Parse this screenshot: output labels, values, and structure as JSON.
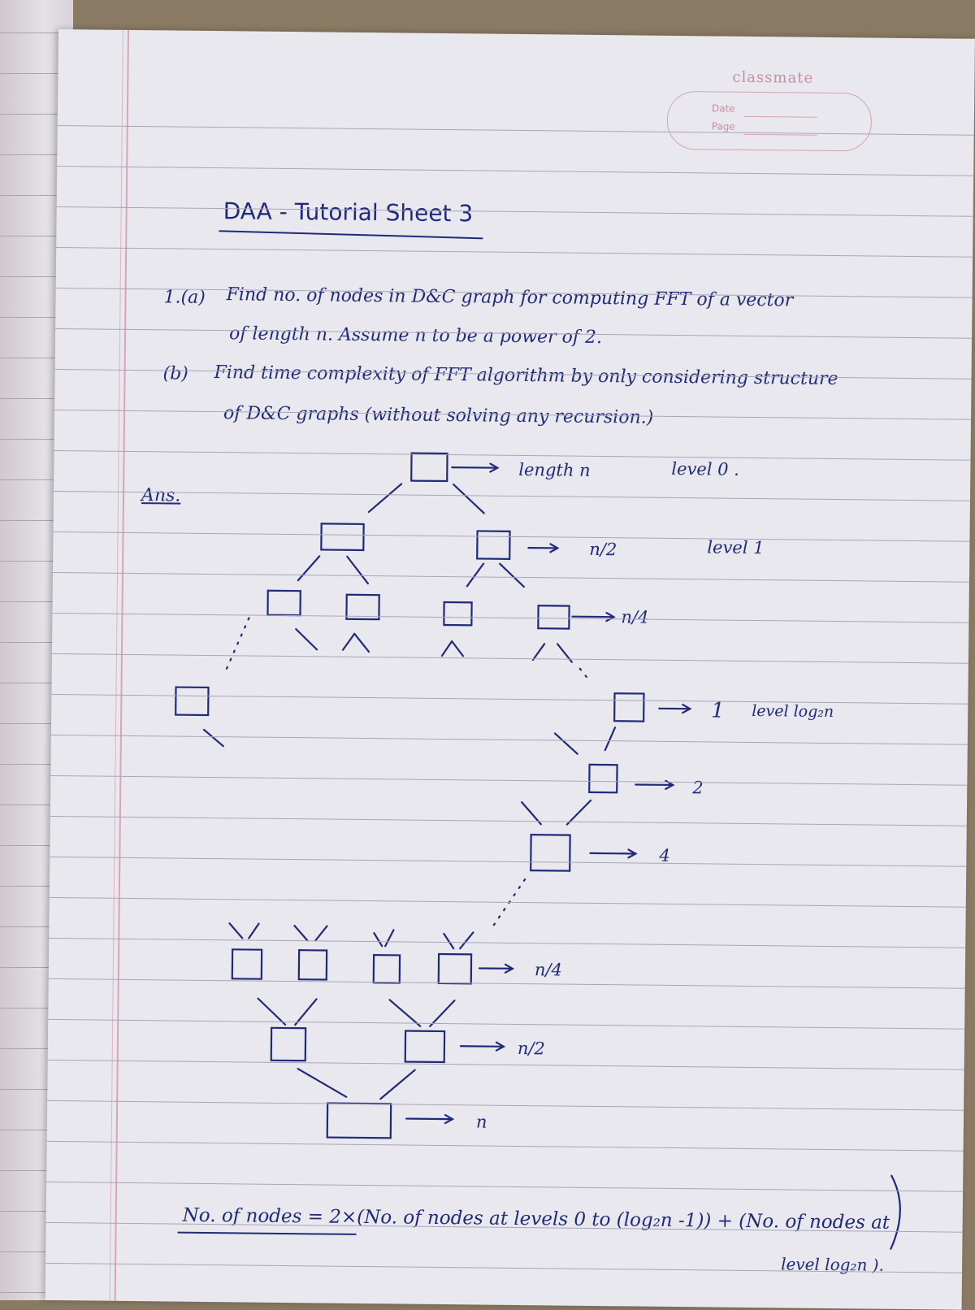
{
  "stamp": {
    "brand": "classmate",
    "date_label": "Date",
    "page_label": "Page"
  },
  "title": "DAA - Tutorial Sheet 3",
  "question_1a": {
    "number": "1.(a)",
    "line1": "Find no. of nodes in D&C graph for computing FFT of a vector",
    "line2": "of length n.  Assume n to be a power of 2."
  },
  "question_1b": {
    "number": "(b)",
    "line1": "Find time complexity of FFT algorithm by only considering structure",
    "line2": "of D&C graphs (without solving any recursion.)"
  },
  "answer_label": "Ans.",
  "diagram_labels": {
    "root": "length n",
    "level0": "level 0 .",
    "n_half_top": "n/2",
    "level1": "level 1",
    "n_quarter_top": "n/4",
    "one": "1",
    "level_log": "level log₂n",
    "two": "2",
    "four": "4",
    "n_quarter_bottom": "n/4",
    "n_half_bottom": "n/2",
    "n_bottom": "n"
  },
  "formula": {
    "line1": "No. of nodes = 2×(No. of nodes at levels 0 to (log₂n -1)) + (No. of nodes at",
    "line2": "level log₂n )."
  },
  "colors": {
    "ink": "#1f2a78",
    "paper": "#e9e8ef",
    "rule": "#a8a6b6",
    "margin": "#d7a6b1",
    "stamp": "#c88ea0"
  }
}
